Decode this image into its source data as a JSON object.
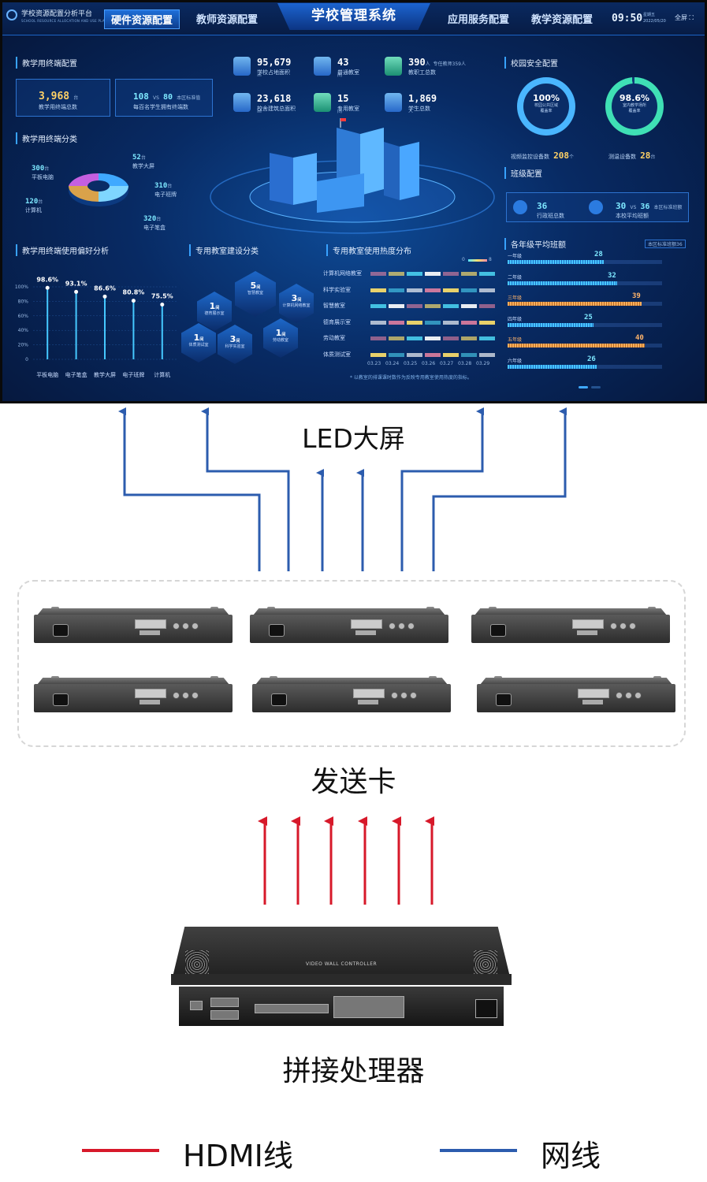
{
  "dashboard": {
    "brand": "学校资源配置分析平台",
    "brand_sub": "SCHOOL RESOURCE ALLOCATION AND USE PLATFORM",
    "nav": [
      "硬件资源配置",
      "教师资源配置",
      "应用服务配置",
      "教学资源配置"
    ],
    "main_title": "学校管理系统",
    "time": "09:50",
    "weekday": "星期五",
    "date": "2022/05/20",
    "fullscreen": "全屏",
    "terminal_config": {
      "title": "教学用终端配置",
      "total_value": "3,968",
      "total_unit": "台",
      "total_label": "教学用终端总数",
      "ratio_value": "108",
      "ratio_vs": "VS",
      "ratio_compare": "80",
      "ratio_std": "本区标准值",
      "ratio_label": "每百名学生拥有终端数"
    },
    "campus_stats": [
      {
        "value": "95,679",
        "unit": "㎡",
        "label": "学校占地面积"
      },
      {
        "value": "43",
        "unit": "间",
        "label": "普通教室"
      },
      {
        "value": "390",
        "unit": "人",
        "extra": "专任教师359人",
        "label": "教职工总数"
      },
      {
        "value": "23,618",
        "unit": "㎡",
        "label": "校舍建筑总面积"
      },
      {
        "value": "15",
        "unit": "间",
        "label": "专用教室"
      },
      {
        "value": "1,869",
        "unit": "人",
        "label": "学生总数"
      }
    ],
    "terminal_types": {
      "title": "教学用终端分类",
      "items": [
        {
          "value": "300",
          "unit": "台",
          "label": "平板电脑"
        },
        {
          "value": "52",
          "unit": "台",
          "label": "教学大屏"
        },
        {
          "value": "310",
          "unit": "台",
          "label": "电子班牌"
        },
        {
          "value": "120",
          "unit": "台",
          "label": "计算机"
        },
        {
          "value": "320",
          "unit": "台",
          "label": "电子笔盒"
        }
      ]
    },
    "security": {
      "title": "校园安全配置",
      "gauge1": {
        "percent": "100%",
        "label1": "校园公共区域",
        "label2": "覆盖率",
        "fraction": 1.0
      },
      "gauge2": {
        "percent": "98.6%",
        "label1": "室内教学场所",
        "label2": "覆盖率",
        "fraction": 0.986
      },
      "camera_label": "视频监控设备数",
      "camera_value": "208",
      "camera_unit": "个",
      "temp_label": "测温设备数",
      "temp_value": "28",
      "temp_unit": "台"
    },
    "class_config": {
      "title": "班级配置",
      "admin_value": "36",
      "admin_label": "行政班总数",
      "avg_value": "30",
      "avg_vs": "VS",
      "avg_compare": "36",
      "avg_std": "本区标准班额",
      "avg_label": "本校平均班额"
    },
    "grade_size": {
      "title": "各年级平均班额",
      "badge": "本区标准班额36",
      "max": 45,
      "grades": [
        {
          "label": "一年级",
          "value": 28,
          "warn": false
        },
        {
          "label": "二年级",
          "value": 32,
          "warn": false
        },
        {
          "label": "三年级",
          "value": 39,
          "warn": true
        },
        {
          "label": "四年级",
          "value": 25,
          "warn": false
        },
        {
          "label": "五年级",
          "value": 40,
          "warn": true
        },
        {
          "label": "六年级",
          "value": 26,
          "warn": false
        }
      ]
    },
    "usage_pref": {
      "title": "教学用终端使用偏好分析",
      "yticks": [
        "100%",
        "80%",
        "60%",
        "40%",
        "20%",
        "0"
      ],
      "categories": [
        "平板电脑",
        "电子笔盒",
        "教学大屏",
        "电子班牌",
        "计算机"
      ],
      "values": [
        98.6,
        93.1,
        86.6,
        80.8,
        75.5
      ],
      "value_labels": [
        "98.6%",
        "93.1%",
        "86.6%",
        "80.8%",
        "75.5%"
      ]
    },
    "special_rooms": {
      "title": "专用教室建设分类",
      "items": [
        {
          "value": "1",
          "unit": "间",
          "label": "德育展示室"
        },
        {
          "value": "5",
          "unit": "间",
          "label": "智慧教室"
        },
        {
          "value": "3",
          "unit": "间",
          "label": "计算机网络教室"
        },
        {
          "value": "1",
          "unit": "间",
          "label": "体质测试室"
        },
        {
          "value": "3",
          "unit": "间",
          "label": "科学实验室"
        },
        {
          "value": "1",
          "unit": "间",
          "label": "劳动教室"
        }
      ]
    },
    "heat": {
      "title": "专用教室使用热度分布",
      "scale_min": "0",
      "scale_max": "8",
      "rows": [
        "计算机网络教室",
        "科学实验室",
        "智慧教室",
        "德育展示室",
        "劳动教室",
        "体质测试室"
      ],
      "dates": [
        "03.23",
        "03.24",
        "03.25",
        "03.26",
        "03.27",
        "03.28",
        "03.29"
      ],
      "note": "* 以教室的排课课时数作为反映专用教室使用热度的指标。",
      "colors": [
        "#ff8aa8",
        "#ffe16b",
        "#53e6ff",
        "#ffffff"
      ]
    }
  },
  "diagram": {
    "led_caption": "LED大屏",
    "send_caption": "发送卡",
    "proc_caption": "拼接处理器",
    "proc_label": "VIDEO WALL CONTROLLER",
    "legend": [
      {
        "color": "#d7192a",
        "label": "HDMI线"
      },
      {
        "color": "#2c5cae",
        "label": "网线"
      }
    ]
  }
}
